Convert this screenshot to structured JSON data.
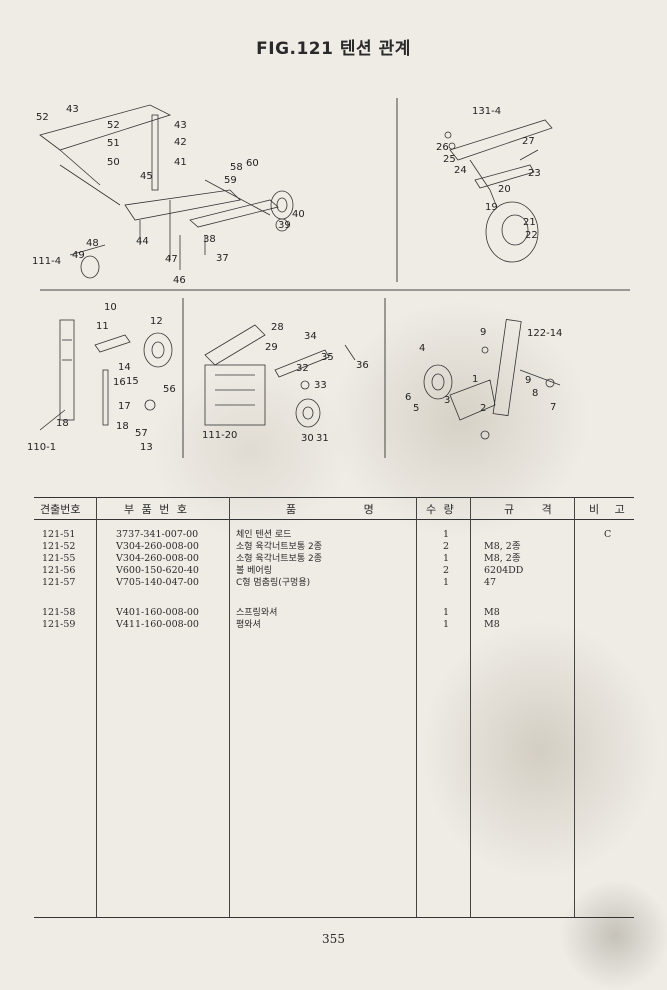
{
  "title": "FIG.121 텐션 관계",
  "diagram_labels": {
    "p1": [
      "52",
      "43",
      "52",
      "51",
      "50",
      "43",
      "42",
      "41",
      "45",
      "58",
      "60",
      "59",
      "40",
      "39",
      "38",
      "37",
      "44",
      "47",
      "46",
      "48",
      "49",
      "111-4"
    ],
    "p2": [
      "131-4",
      "27",
      "26",
      "25",
      "24",
      "23",
      "20",
      "19",
      "21",
      "22"
    ],
    "p3": [
      "10",
      "11",
      "12",
      "14",
      "15",
      "16",
      "56",
      "17",
      "18",
      "18",
      "57",
      "13",
      "110-1"
    ],
    "p4": [
      "28",
      "34",
      "29",
      "32",
      "35",
      "36",
      "33",
      "111-20",
      "30",
      "31"
    ],
    "p5": [
      "9",
      "122-14",
      "4",
      "1",
      "9",
      "6",
      "3",
      "5",
      "2",
      "8",
      "7"
    ]
  },
  "table": {
    "headers": [
      "견출번호",
      "부 품 번 호",
      "품 명",
      "수 량",
      "규 격",
      "비 고"
    ],
    "rows": [
      {
        "no": "121-51",
        "part": "3737-341-007-00",
        "name": "체인 텐션 로드",
        "qty": "1",
        "spec": "",
        "note": "C"
      },
      {
        "no": "121-52",
        "part": "V304-260-008-00",
        "name": "소형 육각너트보통 2종",
        "qty": "2",
        "spec": "M8, 2종",
        "note": ""
      },
      {
        "no": "121-55",
        "part": "V304-260-008-00",
        "name": "소형 육각너트보통 2종",
        "qty": "1",
        "spec": "M8, 2종",
        "note": ""
      },
      {
        "no": "121-56",
        "part": "V600-150-620-40",
        "name": "볼 베어링",
        "qty": "2",
        "spec": "6204DD",
        "note": ""
      },
      {
        "no": "121-57",
        "part": "V705-140-047-00",
        "name": "C형 멈춤링(구멍용)",
        "qty": "1",
        "spec": "47",
        "note": ""
      },
      {
        "no": "121-58",
        "part": "V401-160-008-00",
        "name": "스프링와셔",
        "qty": "1",
        "spec": "M8",
        "note": ""
      },
      {
        "no": "121-59",
        "part": "V411-160-008-00",
        "name": "평와셔",
        "qty": "1",
        "spec": "M8",
        "note": ""
      }
    ]
  },
  "page_number": "355"
}
